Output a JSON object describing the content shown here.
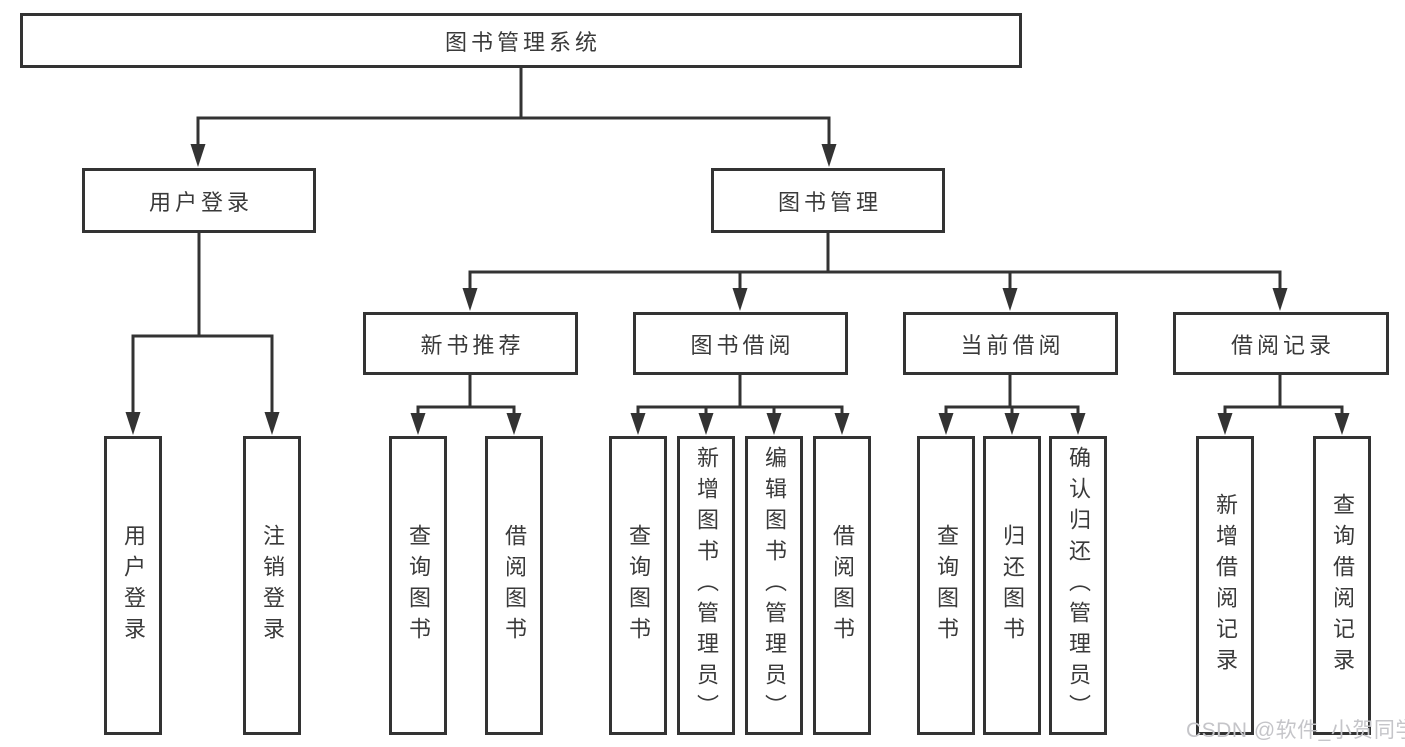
{
  "diagram": {
    "root": {
      "label": "图书管理系统"
    },
    "branches": [
      {
        "label": "用户登录",
        "children": [
          {
            "label": "用户登录"
          },
          {
            "label": "注销登录"
          }
        ]
      },
      {
        "label": "图书管理",
        "children": [
          {
            "label": "新书推荐",
            "children": [
              {
                "label": "查询图书"
              },
              {
                "label": "借阅图书"
              }
            ]
          },
          {
            "label": "图书借阅",
            "children": [
              {
                "label": "查询图书"
              },
              {
                "label": "新增图书（管理员）"
              },
              {
                "label": "编辑图书（管理员）"
              },
              {
                "label": "借阅图书"
              }
            ]
          },
          {
            "label": "当前借阅",
            "children": [
              {
                "label": "查询图书"
              },
              {
                "label": "归还图书"
              },
              {
                "label": "确认归还（管理员）"
              }
            ]
          },
          {
            "label": "借阅记录",
            "children": [
              {
                "label": "新增借阅记录"
              },
              {
                "label": "查询借阅记录"
              }
            ]
          }
        ]
      }
    ],
    "colors": {
      "line": "#333333",
      "text": "#3a3a3a",
      "box_background": "#ffffff",
      "page_background": "#ffffff",
      "watermark": "#c5c5c9"
    },
    "watermark": {
      "text": "CSDN @软件_小贺同学"
    }
  }
}
